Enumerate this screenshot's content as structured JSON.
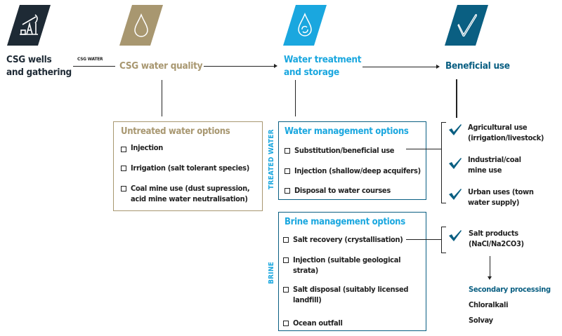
{
  "colors": {
    "dark": "#1e2a35",
    "gold": "#a89770",
    "cyan": "#1aa7df",
    "teal": "#0a5f82",
    "text": "#222222"
  },
  "stages": [
    {
      "id": "wells",
      "line1": "CSG wells",
      "line2": "and gathering",
      "icon": "pumpjack-icon"
    },
    {
      "id": "quality",
      "line1": "CSG water quality",
      "icon": "water-drop-icon"
    },
    {
      "id": "treatment",
      "line1": "Water treatment",
      "line2": "and storage",
      "icon": "recycle-drop-icon"
    },
    {
      "id": "beneficial",
      "line1": "Beneficial use",
      "icon": "checkmark-icon"
    }
  ],
  "connector_label": "CSG WATER",
  "untreated": {
    "title": "Untreated water options",
    "options": [
      {
        "lines": [
          "Injection"
        ]
      },
      {
        "lines": [
          "Irrigation (salt tolerant species)"
        ]
      },
      {
        "lines": [
          "Coal mine use (dust supression,",
          "acid mine water neutralisation)"
        ]
      }
    ]
  },
  "treated": {
    "side_label": "TREATED WATER",
    "title": "Water management options",
    "options": [
      {
        "lines": [
          "Substitution/beneficial use"
        ]
      },
      {
        "lines": [
          "Injection (shallow/deep acquifers)"
        ]
      },
      {
        "lines": [
          "Disposal to water courses"
        ]
      }
    ]
  },
  "brine": {
    "side_label": "BRINE",
    "title": "Brine management options",
    "options": [
      {
        "lines": [
          "Salt recovery (crystallisation)"
        ]
      },
      {
        "lines": [
          "Injection (suitable geological",
          "strata)"
        ]
      },
      {
        "lines": [
          "Salt disposal (suitably licensed",
          "landfill)"
        ]
      },
      {
        "lines": [
          "Ocean outfall"
        ]
      }
    ]
  },
  "uses": [
    {
      "lines": [
        "Agricultural use",
        "(irrigation/livestock)"
      ]
    },
    {
      "lines": [
        "Industrial/coal",
        "mine use"
      ]
    },
    {
      "lines": [
        "Urban uses (town",
        "water supply)"
      ]
    }
  ],
  "salt_products": {
    "lines": [
      "Salt products",
      "(NaCl/Na2CO3)"
    ]
  },
  "secondary": {
    "title": "Secondary processing",
    "items": [
      "Chloralkali",
      "Solvay"
    ]
  }
}
